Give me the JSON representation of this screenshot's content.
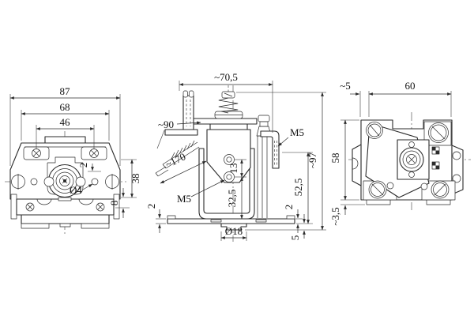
{
  "drawing": {
    "kind": "engineering-dimension-drawing",
    "colors": {
      "line": "#2b2b2b",
      "background": "#ffffff"
    },
    "views": {
      "front": {
        "dims": {
          "overall_width": "87",
          "body_width": "68",
          "screw_spacing": "46",
          "edge_offset": "2",
          "hole_diameter": "Ø4",
          "axis_height": "38",
          "base_height": "8"
        }
      },
      "side": {
        "dims": {
          "overall_width": "~70,5",
          "wire_short": "~90",
          "wire_long": "~170",
          "terminal_upper": "M5",
          "terminal_lower": "M5",
          "hole_spacing": "13",
          "bracket_height": "32,5",
          "flange_height": "52,5",
          "overall_height": "~97",
          "plate_left": "2",
          "plate_right": "2",
          "boss_height": "5",
          "boss_diameter": "Ø18"
        }
      },
      "rear": {
        "dims": {
          "edge_offset": "~5",
          "width": "60",
          "height": "58",
          "foot_height": "~3,5"
        }
      }
    }
  }
}
